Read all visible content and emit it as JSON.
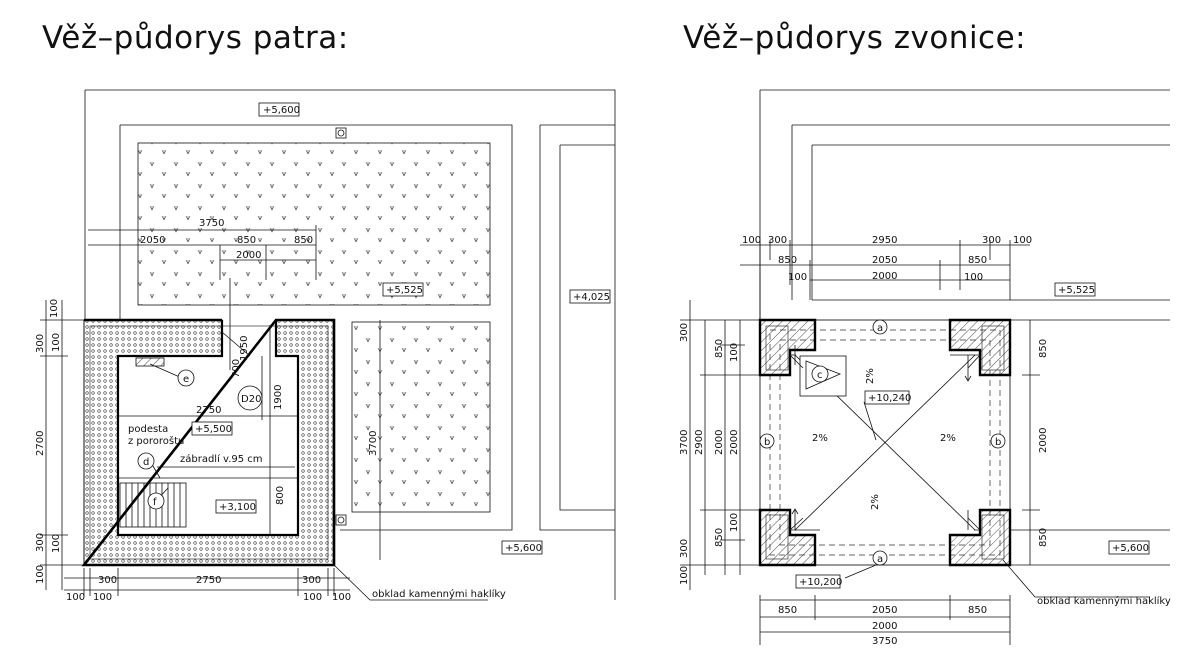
{
  "titles": {
    "left": "Věž–půdorys patra:",
    "right": "Věž–půdorys zvonice:"
  },
  "left_plan": {
    "elev_top": "+5,600",
    "elev_right": "+4,025",
    "elev_mid": "+5,525",
    "elev_bottom": "+5,600",
    "podesta_elev": "+5,500",
    "stair_elev": "+3,100",
    "podesta_line1": "podesta",
    "podesta_line2": "z pororoštu",
    "zabradli": "zábradlí v.95 cm",
    "obklad": "obklad kamennými haklíky",
    "tag_d20": "D20",
    "tag_e": "e",
    "tag_d": "d",
    "tag_f": "f",
    "dim_3750": "3750",
    "dim_2050": "2050",
    "dim_850a": "850",
    "dim_850b": "850",
    "dim_2000": "2000",
    "dim_1950": "1950",
    "dim_700": "700",
    "dim_2750_in": "2750",
    "dim_1900": "1900",
    "dim_800": "800",
    "dim_3700": "3700",
    "dim_v_100a": "100",
    "dim_v_300a": "300",
    "dim_v_2700": "2700",
    "dim_v_300b": "300",
    "dim_v_100b": "100",
    "dim_v_100c": "100",
    "dim_v_100d": "100",
    "dim_b_300a": "300",
    "dim_b_2750": "2750",
    "dim_b_300b": "300",
    "dim_b_100a": "100",
    "dim_b_100b": "100",
    "dim_b_100c": "100",
    "dim_b_100d": "100"
  },
  "right_plan": {
    "elev_mid": "+5,525",
    "elev_bottom": "+5,600",
    "elev_roof": "+10,240",
    "elev_base": "+10,200",
    "obklad": "obklad kamennými haklíky",
    "slope": "2%",
    "tag_a": "a",
    "tag_b": "b",
    "tag_c": "c",
    "dim_100a": "100",
    "dim_300a": "300",
    "dim_2950": "2950",
    "dim_300b": "300",
    "dim_100b": "100",
    "dim_850a": "850",
    "dim_2050": "2050",
    "dim_850b": "850",
    "dim_100c": "100",
    "dim_2000": "2000",
    "dim_100d": "100",
    "dim_v_3700": "3700",
    "dim_v_2900": "2900",
    "dim_v_2000a": "2000",
    "dim_v_2000b": "2000",
    "dim_v_850a": "850",
    "dim_v_850b": "850",
    "dim_v_100a": "100",
    "dim_v_100b": "100",
    "dim_v_300a": "300",
    "dim_v_300b": "300",
    "dim_v_100c": "100",
    "dim_r_850a": "850",
    "dim_r_2000": "2000",
    "dim_r_850b": "850",
    "dim_b_850a": "850",
    "dim_b_2050": "2050",
    "dim_b_850b": "850",
    "dim_b_2000": "2000",
    "dim_b_3750": "3750"
  }
}
